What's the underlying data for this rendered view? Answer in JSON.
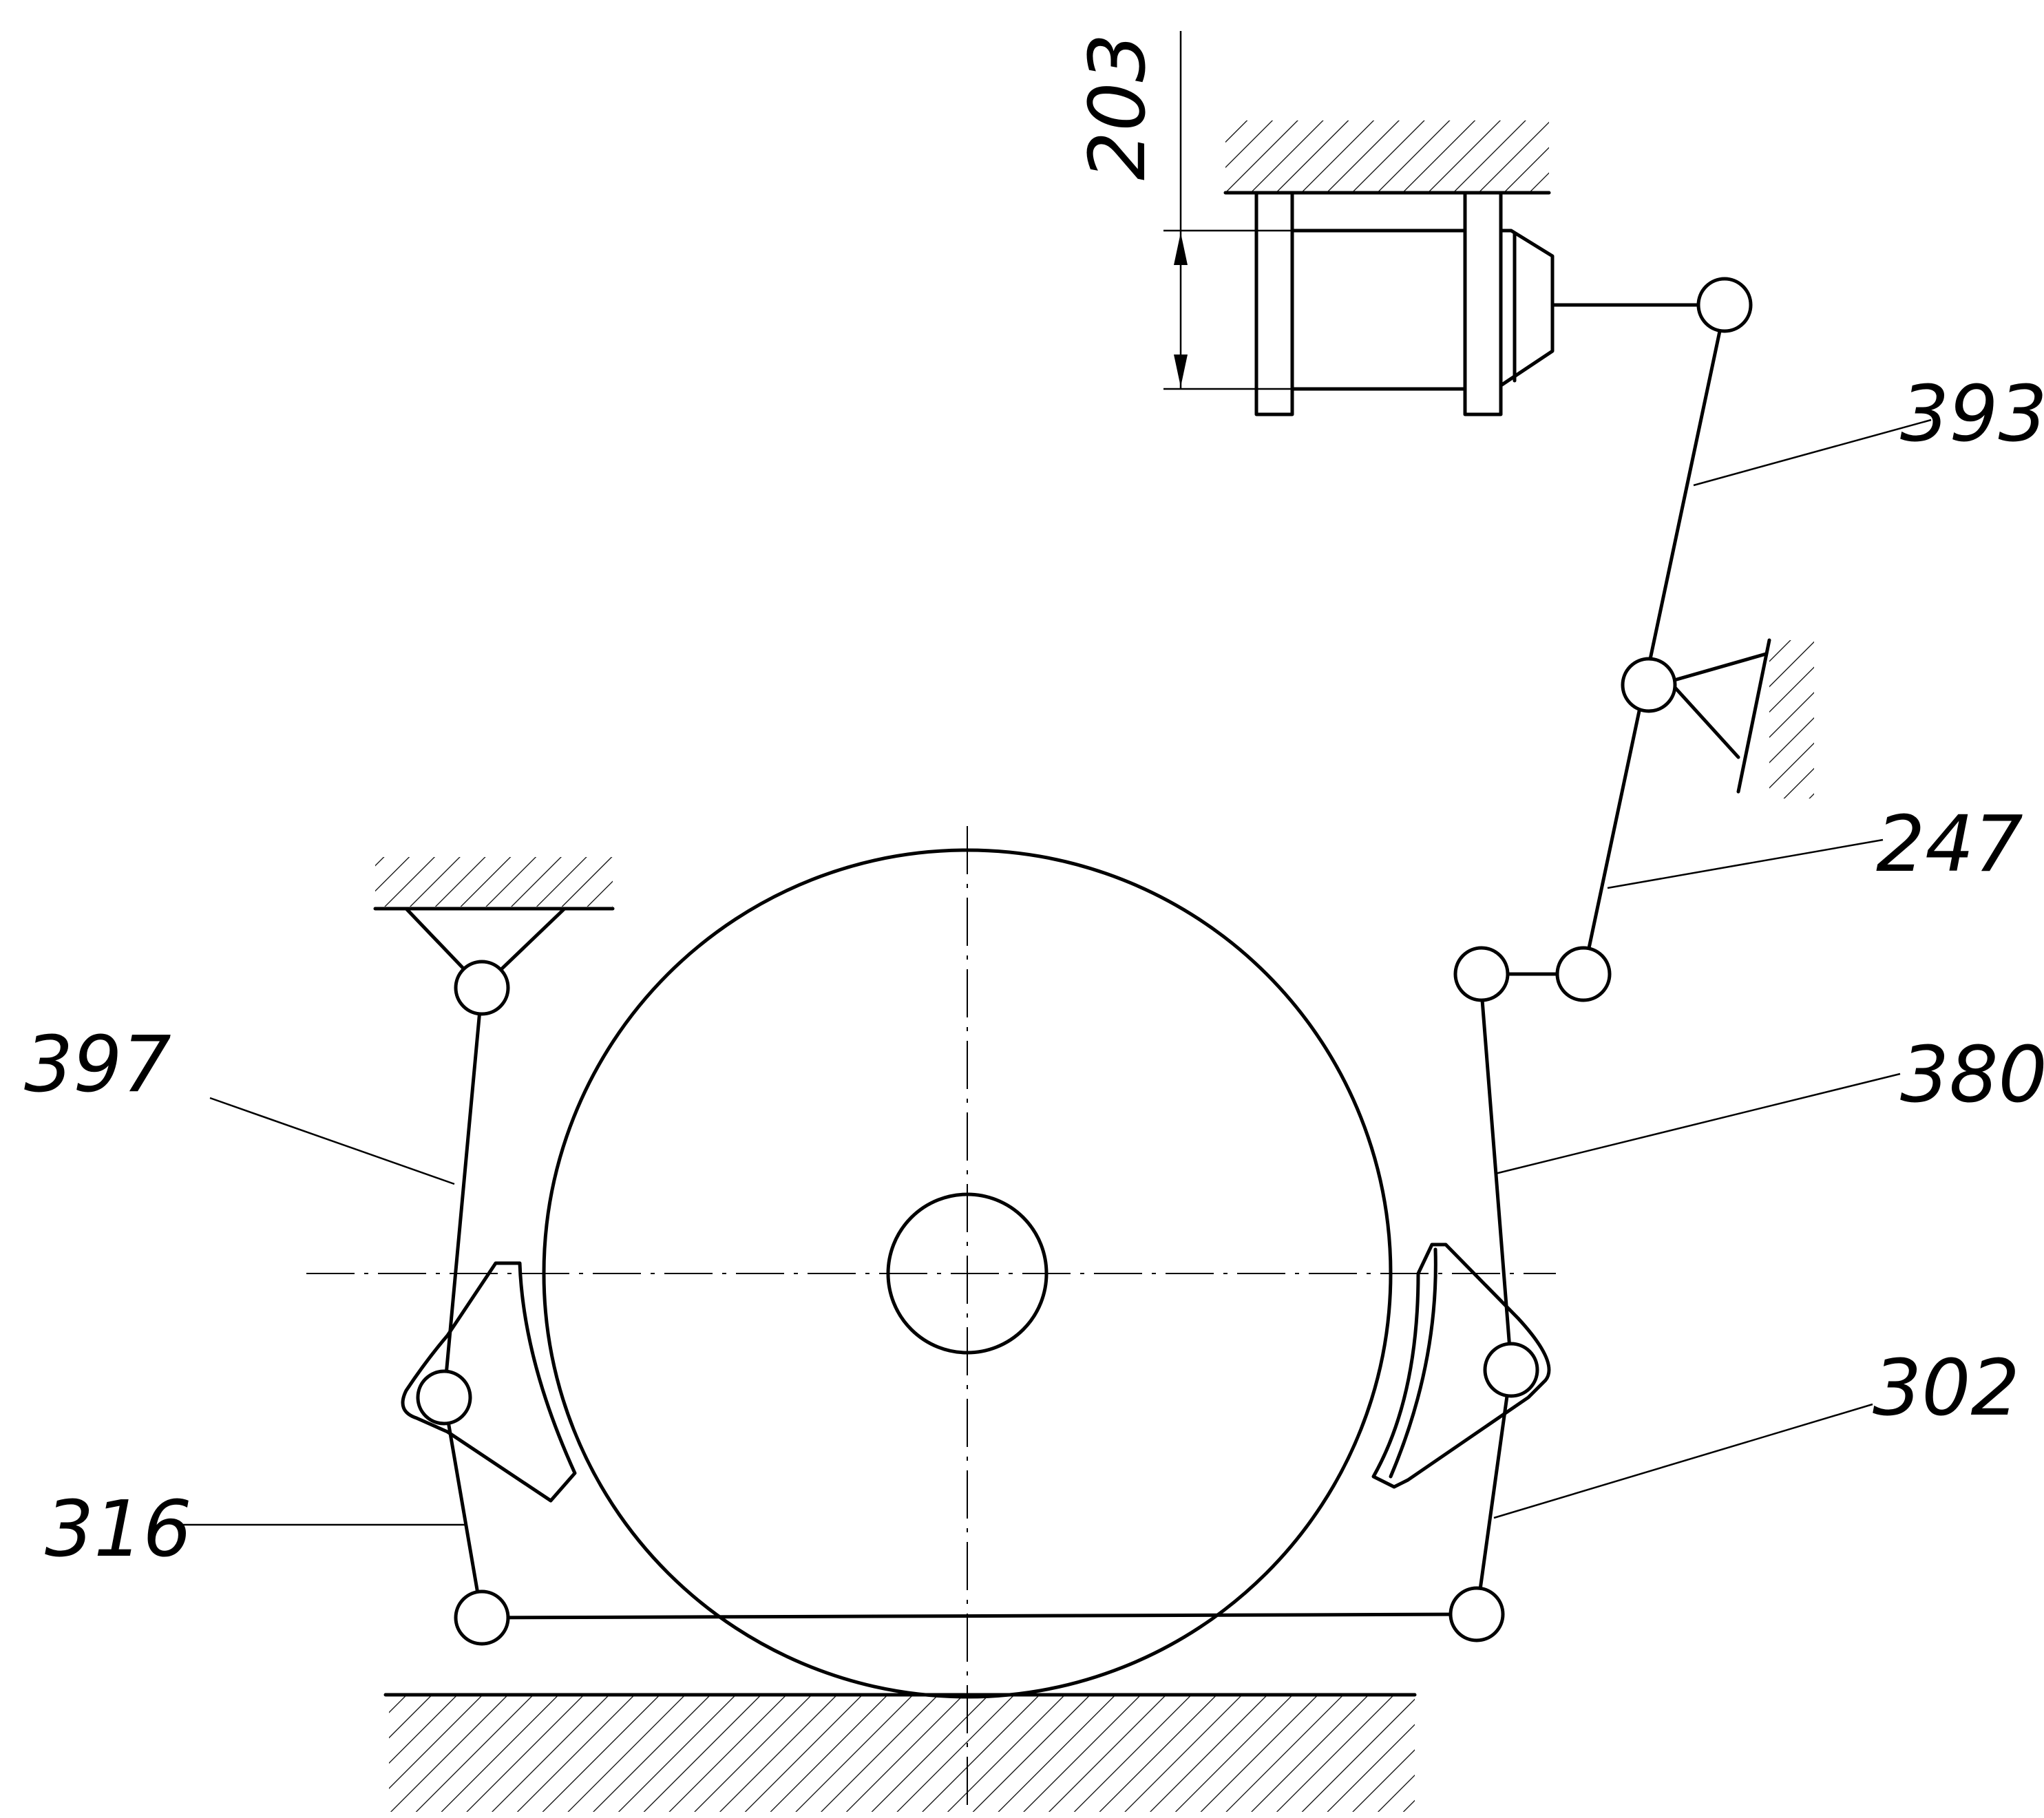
{
  "labels": {
    "dimension": "203",
    "brake_cylinder": "393",
    "brake_lever": "247",
    "right_arm": "380",
    "left_arm": "397",
    "left_lower": "316",
    "right_lower": "302"
  }
}
